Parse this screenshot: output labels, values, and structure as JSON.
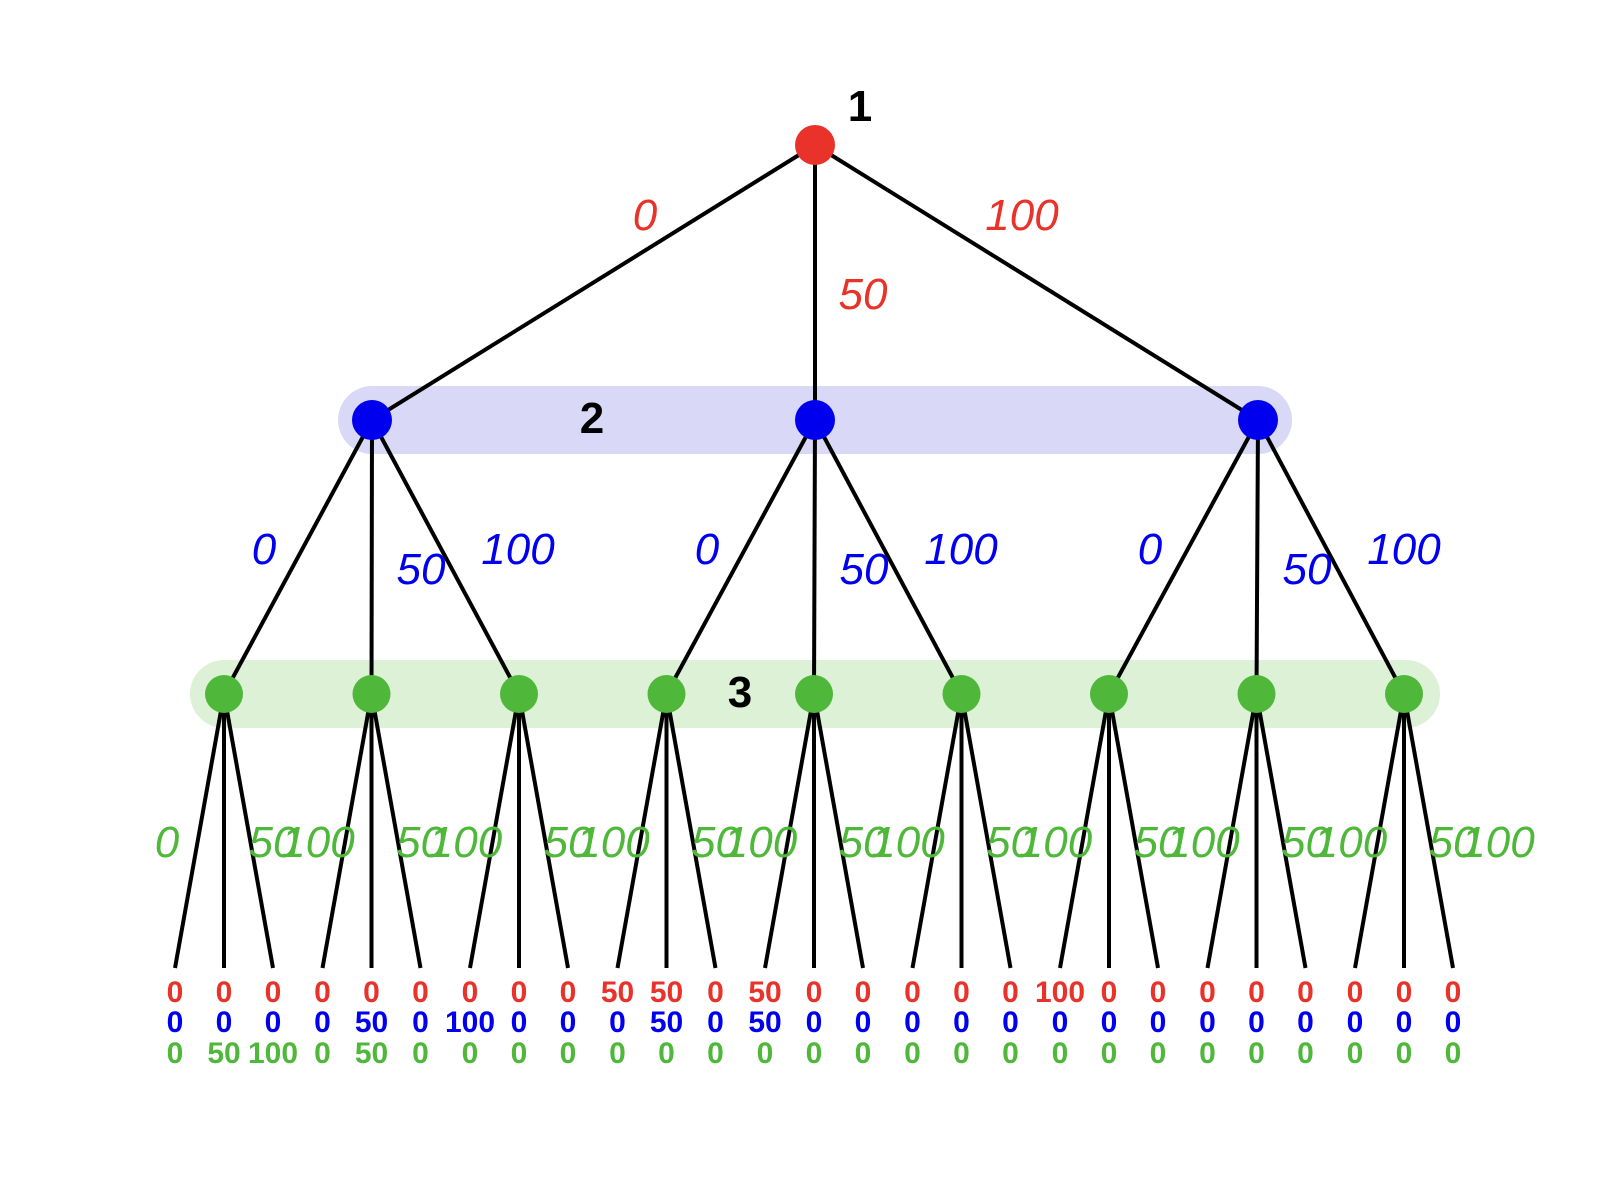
{
  "colors": {
    "player1": "#e8322a",
    "player2": "#0000ee",
    "player3": "#4fb83a",
    "info_set_player2": "#d9d9f7",
    "info_set_player3": "#dcf1d6",
    "edge": "#000000"
  },
  "players": [
    {
      "label": "1"
    },
    {
      "label": "2"
    },
    {
      "label": "3"
    }
  ],
  "actions": {
    "player1": [
      "0",
      "50",
      "100"
    ],
    "player2": [
      "0",
      "50",
      "100"
    ],
    "player3": [
      "0",
      "50",
      "100"
    ]
  },
  "payoffs": [
    [
      "0",
      "0",
      "0"
    ],
    [
      "0",
      "0",
      "50"
    ],
    [
      "0",
      "0",
      "100"
    ],
    [
      "0",
      "0",
      "0"
    ],
    [
      "0",
      "50",
      "50"
    ],
    [
      "0",
      "0",
      "0"
    ],
    [
      "0",
      "100",
      "0"
    ],
    [
      "0",
      "0",
      "0"
    ],
    [
      "0",
      "0",
      "0"
    ],
    [
      "50",
      "0",
      "0"
    ],
    [
      "50",
      "50",
      "0"
    ],
    [
      "0",
      "0",
      "0"
    ],
    [
      "50",
      "50",
      "0"
    ],
    [
      "0",
      "0",
      "0"
    ],
    [
      "0",
      "0",
      "0"
    ],
    [
      "0",
      "0",
      "0"
    ],
    [
      "0",
      "0",
      "0"
    ],
    [
      "0",
      "0",
      "0"
    ],
    [
      "100",
      "0",
      "0"
    ],
    [
      "0",
      "0",
      "0"
    ],
    [
      "0",
      "0",
      "0"
    ],
    [
      "0",
      "0",
      "0"
    ],
    [
      "0",
      "0",
      "0"
    ],
    [
      "0",
      "0",
      "0"
    ],
    [
      "0",
      "0",
      "0"
    ],
    [
      "0",
      "0",
      "0"
    ],
    [
      "0",
      "0",
      "0"
    ]
  ]
}
